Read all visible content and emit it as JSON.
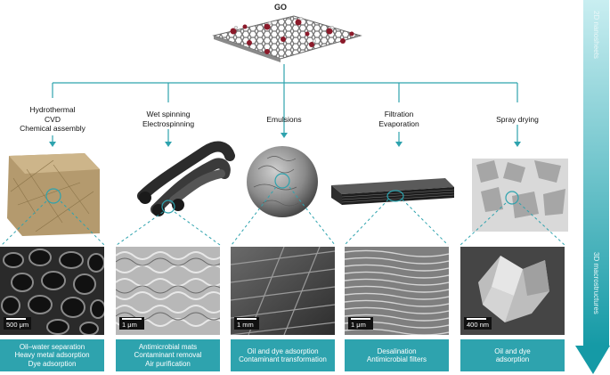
{
  "title": "GO",
  "methods": [
    {
      "lines": [
        "Hydrothermal",
        "CVD",
        "Chemical assembly"
      ]
    },
    {
      "lines": [
        "Wet spinning",
        "Electrospinning"
      ]
    },
    {
      "lines": [
        "Emulsions"
      ]
    },
    {
      "lines": [
        "Filtration",
        "Evaporation"
      ]
    },
    {
      "lines": [
        "Spray drying"
      ]
    }
  ],
  "scale_bars": [
    "500 μm",
    "1 μm",
    "1 mm",
    "1 μm",
    "400 nm"
  ],
  "applications": [
    {
      "lines": [
        "Oil–water separation",
        "Heavy metal adsorption",
        "Dye adsorption"
      ]
    },
    {
      "lines": [
        "Antimicrobial mats",
        "Contaminant removal",
        "Air purification"
      ]
    },
    {
      "lines": [
        "Oil and dye adsorption",
        "Contaminant transformation"
      ]
    },
    {
      "lines": [
        "Desalination",
        "Antimicrobial filters"
      ]
    },
    {
      "lines": [
        "Oil and dye",
        "adsorption"
      ]
    }
  ],
  "side_arrow": {
    "top_label": "2D nanosheets",
    "bottom_label": "3D macrostructures"
  },
  "colors": {
    "accent": "#2ea3ae",
    "arrow_light": "#b8e6ea",
    "arrow_dark": "#1f9aa6",
    "go_red": "#8b1a2a"
  }
}
